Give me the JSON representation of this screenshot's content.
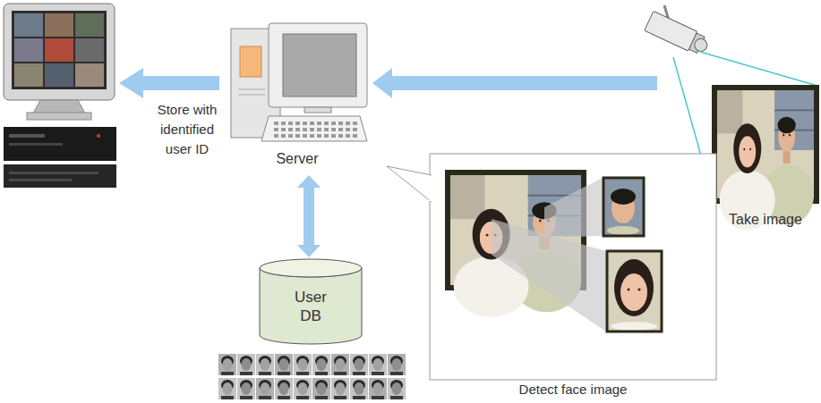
{
  "diagram": {
    "nodes": [
      {
        "text": [
          "Server"
        ]
      },
      {
        "text": [
          "Take image"
        ]
      },
      {
        "text": [
          "User DB"
        ]
      },
      {
        "text": [
          "Detect face image"
        ]
      }
    ],
    "edges": [
      {
        "from": 1,
        "to": 0,
        "arrow": "to"
      },
      {
        "from": 0,
        "to": 2,
        "arrow": "both"
      }
    ],
    "labels": [
      "Store with identified user ID"
    ]
  }
}
